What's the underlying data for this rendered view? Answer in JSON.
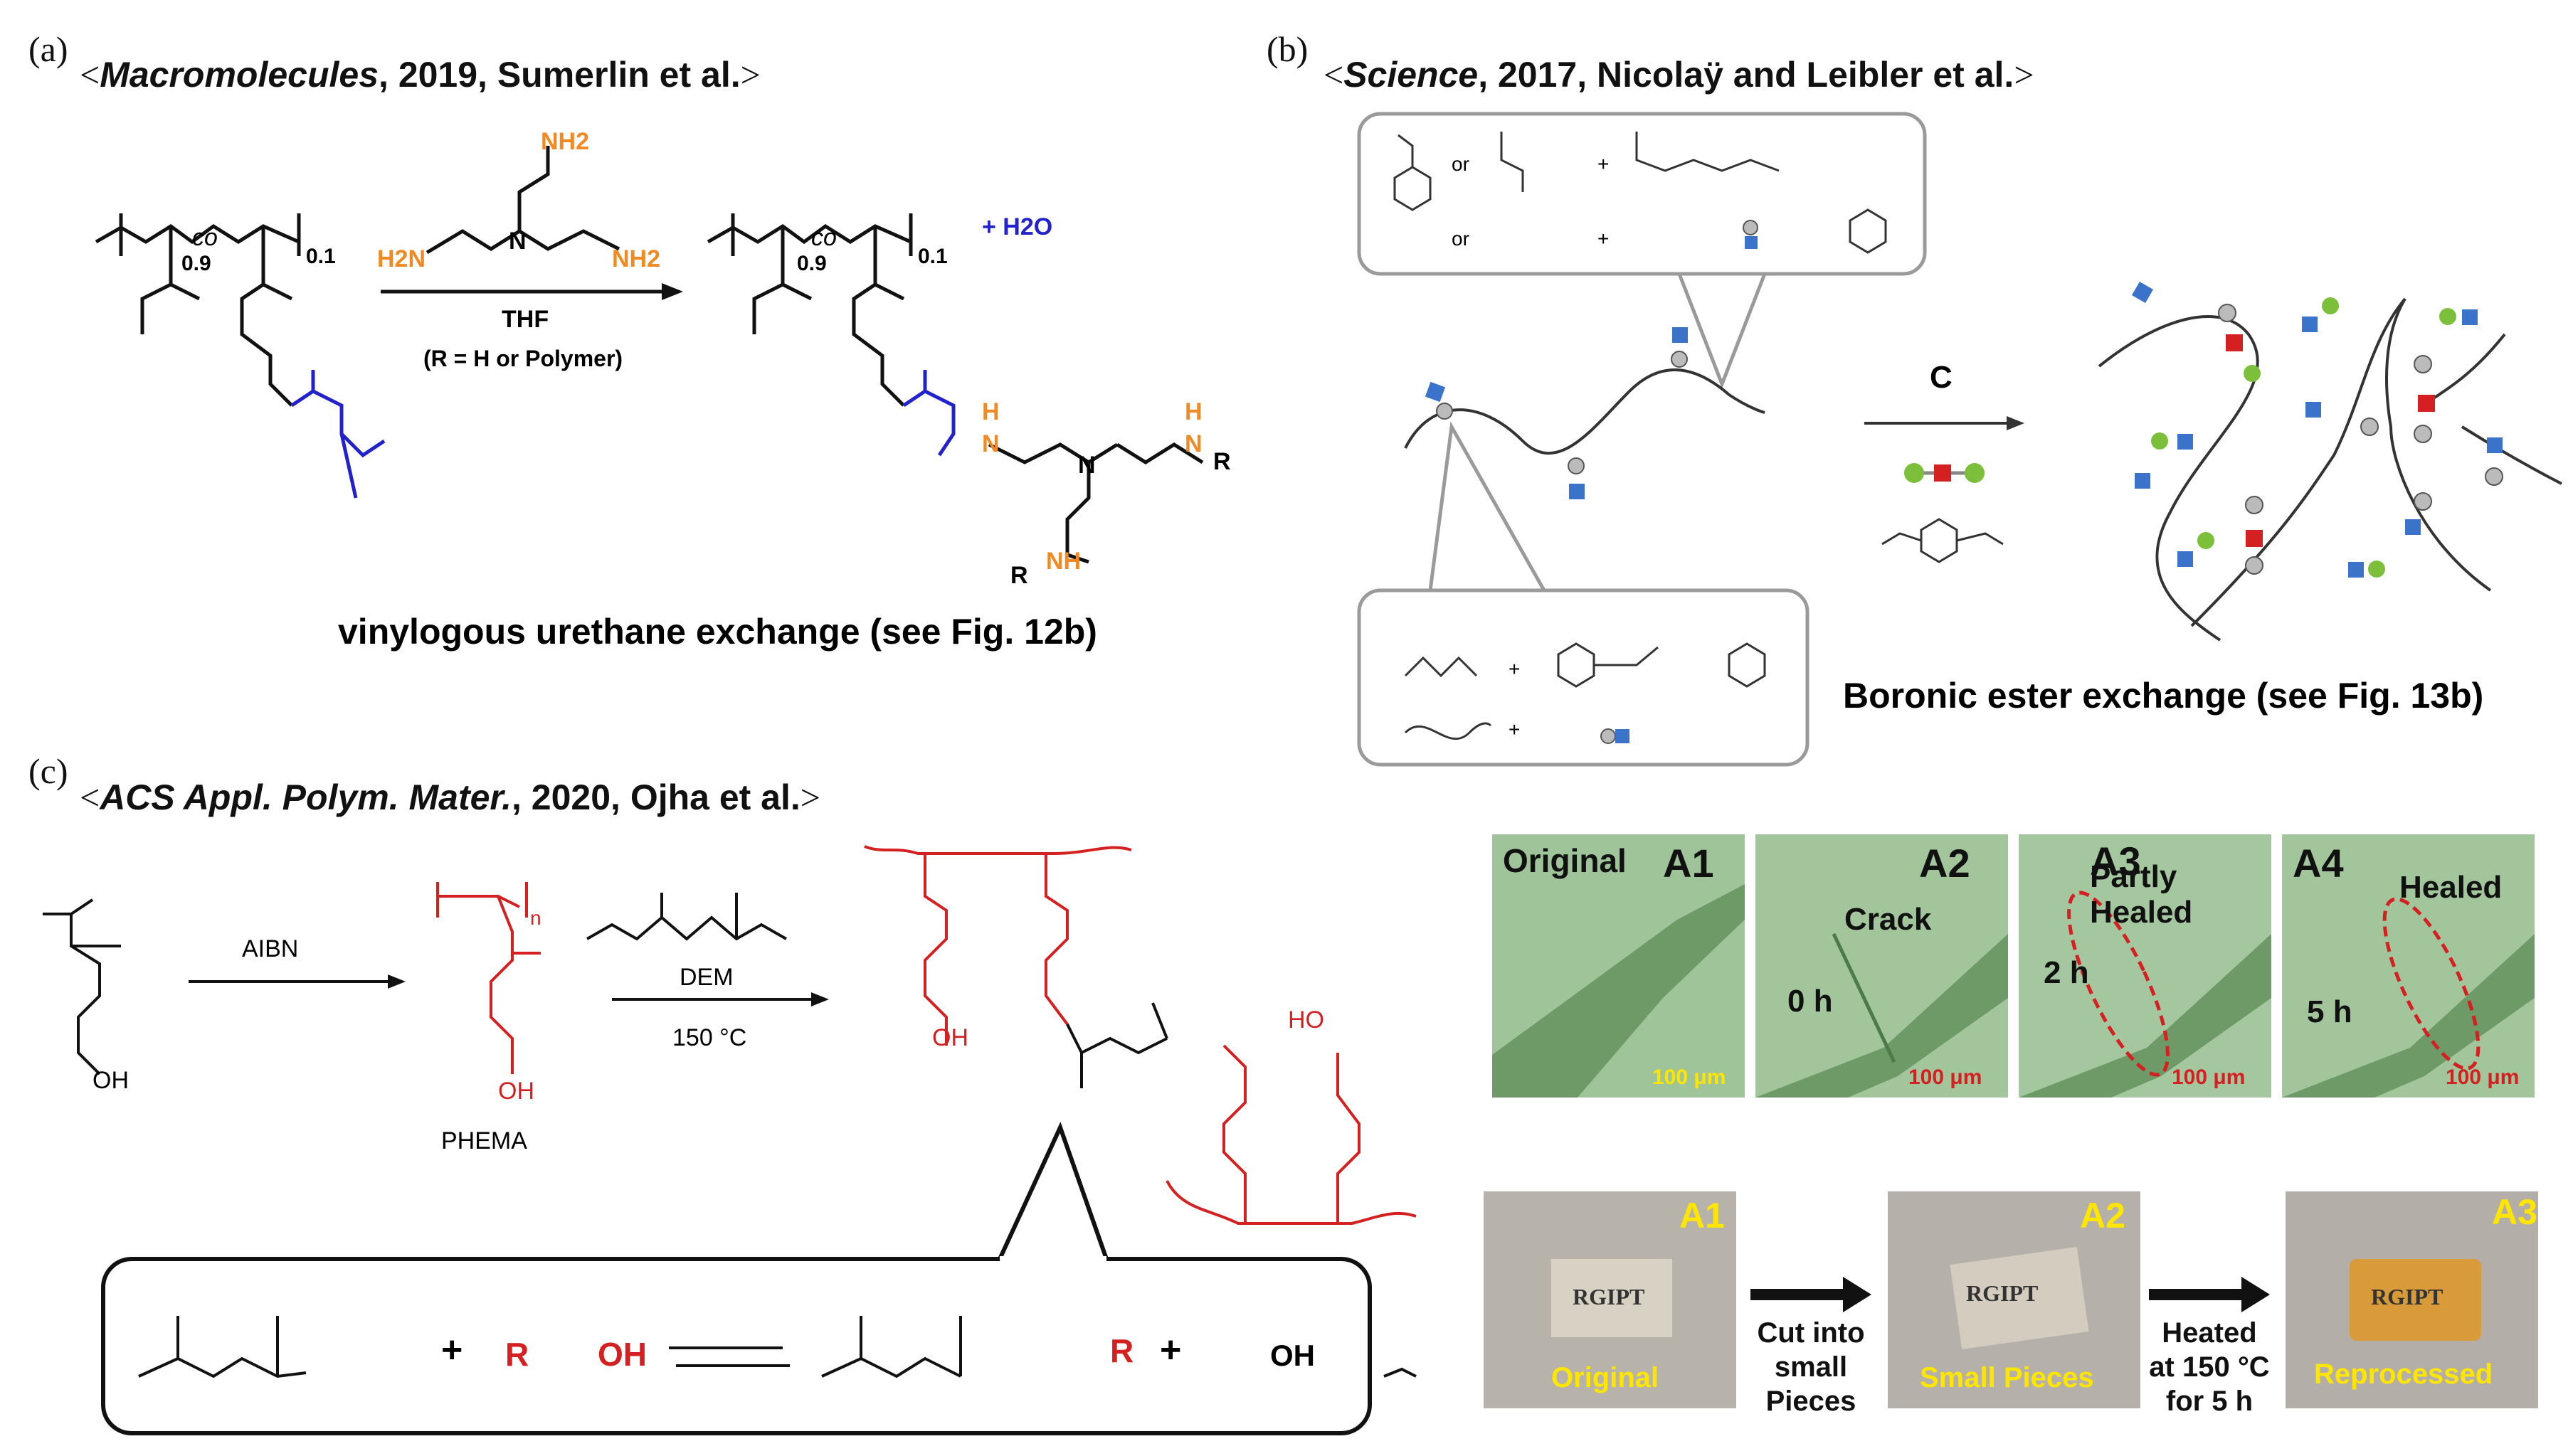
{
  "panel_a": {
    "tag": "(a)",
    "journal": "Macromolecules",
    "rest": ", 2019, Sumerlin et al.",
    "reagent_nh2_top": "NH2",
    "reagent_h2n_left": "H2N",
    "reagent_nh2_right": "NH2",
    "reagent_n": "N",
    "solvent": "THF",
    "condition": "(R = H or Polymer)",
    "byproduct": "+ H2O",
    "co_left": "co",
    "sub_09": "0.9",
    "sub_01": "0.1",
    "label_h": "H",
    "label_n": "N",
    "label_r": "R",
    "label_nh": "NH",
    "label_rr": "R",
    "caption": "vinylogous urethane exchange (see Fig. 12b)"
  },
  "panel_b": {
    "tag": "(b)",
    "journal": "Science",
    "rest": ", 2017, Nicolaÿ and Leibler et al.",
    "or1": "or",
    "or2": "or",
    "plus1": "+",
    "plus2": "+",
    "plus3": "+",
    "plus4": "+",
    "arrow_label": "C",
    "caption": "Boronic ester exchange (see Fig. 13b)",
    "photos": [
      {
        "id": "A1",
        "text": "Original",
        "scale": "100 μm",
        "time": ""
      },
      {
        "id": "A2",
        "text": "Crack",
        "scale": "100 μm",
        "time": "0 h"
      },
      {
        "id": "A3",
        "text": "Partly Healed",
        "scale": "100 μm",
        "time": "2 h"
      },
      {
        "id": "A4",
        "text": "Healed",
        "scale": "100 μm",
        "time": "5 h"
      }
    ]
  },
  "panel_c": {
    "tag": "(c)",
    "journal": "ACS Appl. Polym. Mater.",
    "rest": ", 2020, Ojha et al.",
    "aibn": "AIBN",
    "phema": "PHEMA",
    "dem": "DEM",
    "temp": "150 °C",
    "oh_monomer": "OH",
    "oh_phema": "OH",
    "exchange_plus1": "+",
    "exchange_rOH": "R",
    "exchange_OH": "OH",
    "exchange_plus2": "+",
    "exchange_r2": "R",
    "exchange_oh2": "OH",
    "reprocess": [
      {
        "id": "A1",
        "caption": "Original",
        "sample": "RGIPT"
      },
      {
        "id": "A2",
        "caption": "Small Pieces",
        "sample": "RGIPT"
      },
      {
        "id": "A3",
        "caption": "Reprocessed",
        "sample": "RGIPT"
      }
    ],
    "step1": "Cut into\nsmall\nPieces",
    "step2": "Heated\nat 150 °C\nfor 5 h"
  },
  "colors": {
    "orange": "#f08a24",
    "blue": "#2222cc",
    "red": "#d42020",
    "yellow": "#ffe600",
    "green": "#7bbf3a",
    "boxblue": "#3a73c9"
  }
}
